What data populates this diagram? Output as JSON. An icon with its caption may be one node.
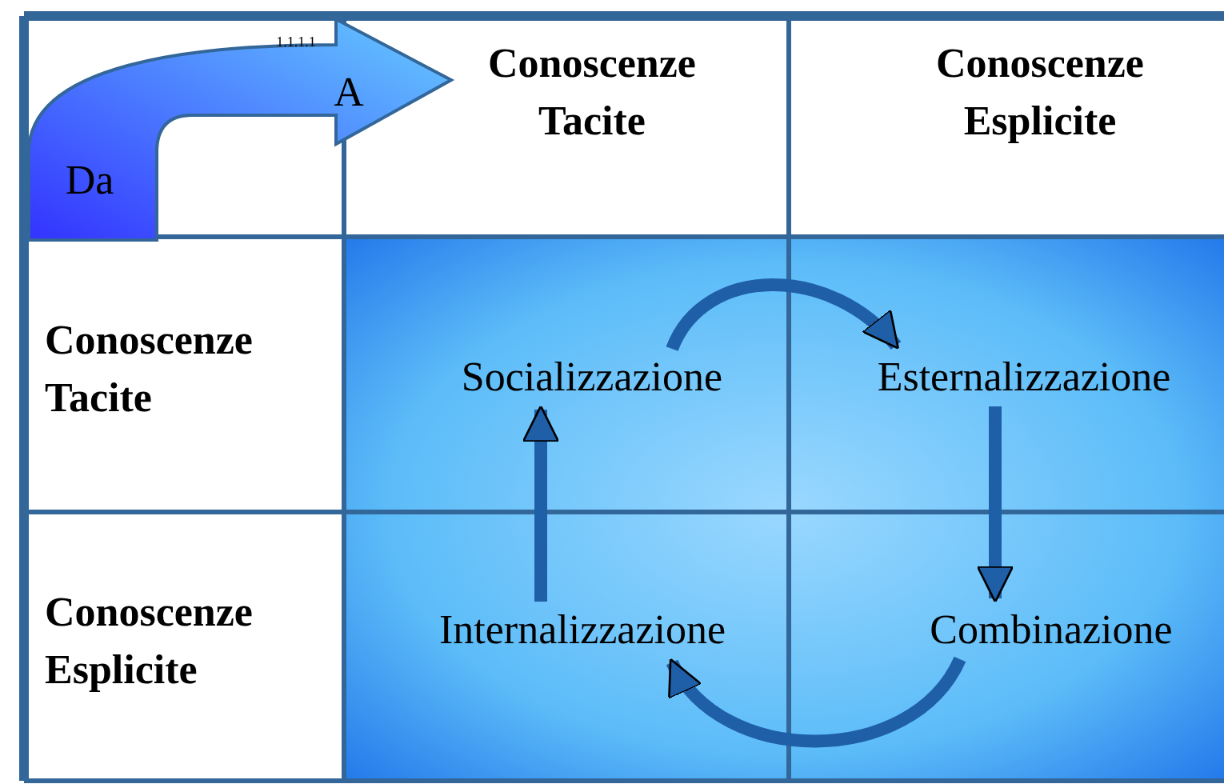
{
  "diagram": {
    "nodes": [
      {
        "text": [
          "Socializzazione"
        ]
      },
      {
        "text": [
          "Esternalizzazione"
        ]
      },
      {
        "text": [
          "Combinazione"
        ]
      },
      {
        "text": [
          "Internalizzazione"
        ]
      }
    ],
    "edges": [
      {
        "from": 0,
        "to": 1,
        "arrow": "to"
      },
      {
        "from": 1,
        "to": 2,
        "arrow": "to"
      },
      {
        "from": 2,
        "to": 3,
        "arrow": "to"
      },
      {
        "from": 3,
        "to": 0,
        "arrow": "to"
      }
    ],
    "labels": [
      "1.1.1.1",
      "A",
      "Conoscenze Tacite",
      "Conoscenze Esplicite",
      "Da",
      "Conoscenze Tacite",
      "Conoscenze Esplicite"
    ]
  }
}
